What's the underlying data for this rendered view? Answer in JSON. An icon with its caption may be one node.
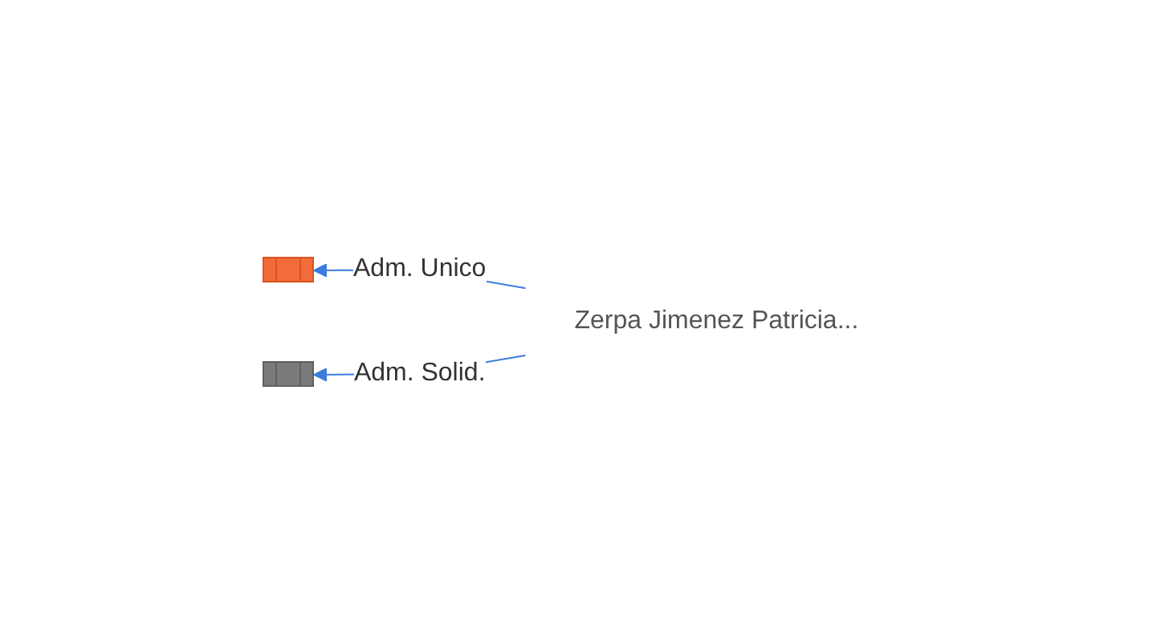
{
  "diagram": {
    "nodes": [
      {
        "text": [],
        "shape": "building"
      },
      {
        "text": [
          "Zerpa Jimenez Patricia..."
        ]
      },
      {
        "text": [],
        "shape": "building"
      }
    ],
    "edges": [
      {
        "from": 1,
        "to": 0,
        "label": "Adm. Unico",
        "arrow": "to"
      },
      {
        "from": 1,
        "to": 2,
        "label": "Adm. Solid.",
        "arrow": "to"
      }
    ]
  }
}
